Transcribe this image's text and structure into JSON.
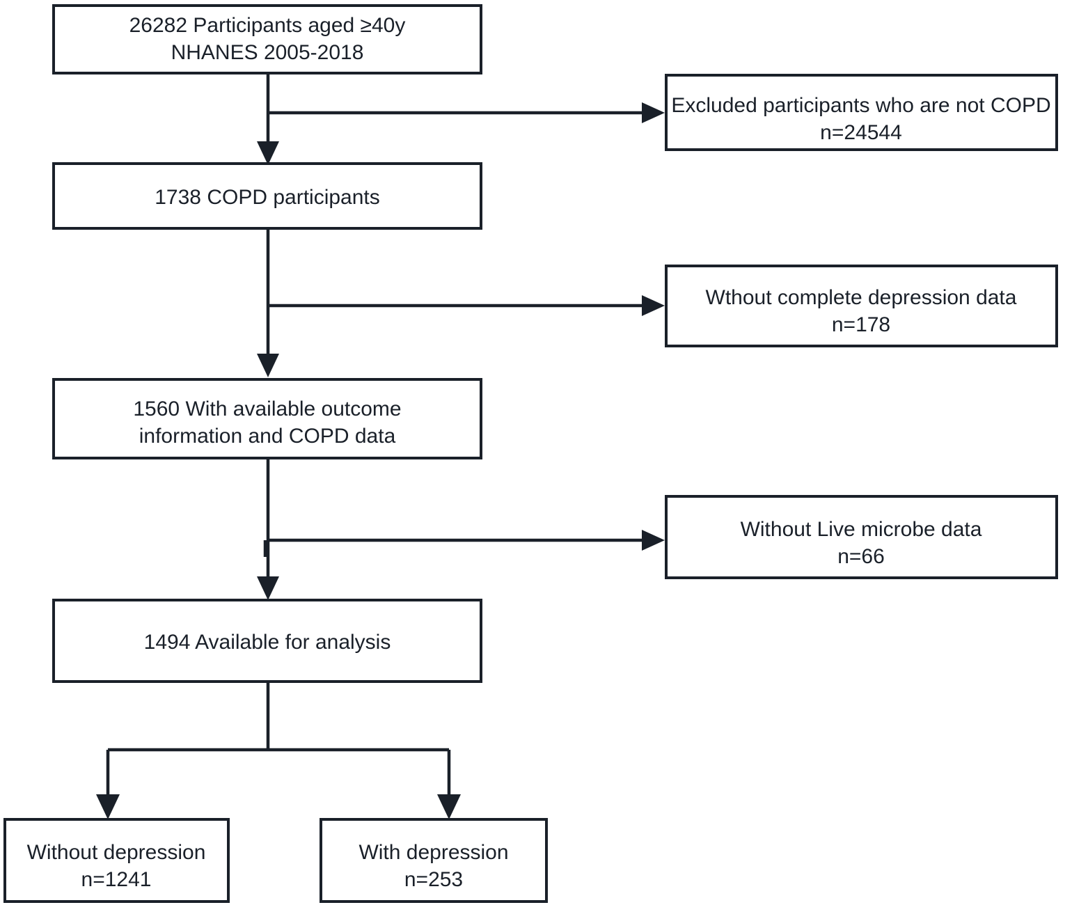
{
  "diagram": {
    "type": "flowchart",
    "title": "NHANES COPD participant selection flow",
    "orientation": "top-to-bottom",
    "colors": {
      "background": "#ffffff",
      "stroke": "#1a2029",
      "box_fill": "#ffffff",
      "text": "#1a2029"
    },
    "main_nodes": [
      {
        "id": "enrolled",
        "lines": [
          "26282  Participants aged ≥40y",
          "NHANES 2005-2018"
        ],
        "count": 26282
      },
      {
        "id": "copd",
        "lines": [
          "1738 COPD participants"
        ],
        "count": 1738
      },
      {
        "id": "outcome_available",
        "lines": [
          "1560  With available outcome",
          "information and COPD data"
        ],
        "count": 1560
      },
      {
        "id": "analysis",
        "lines": [
          "1494  Available for analysis"
        ],
        "count": 1494
      }
    ],
    "exclusion_nodes": [
      {
        "id": "excl_not_copd",
        "lines": [
          "Excluded participants who are not COPD",
          "n=24544"
        ],
        "count": 24544
      },
      {
        "id": "excl_depression_data",
        "lines": [
          "Wthout complete depression data",
          "n=178"
        ],
        "count": 178
      },
      {
        "id": "excl_live_microbe",
        "lines": [
          "Without Live microbe data",
          "n=66"
        ],
        "count": 66
      }
    ],
    "outcome_nodes": [
      {
        "id": "no_depression",
        "lines": [
          "Without depression",
          "n=1241"
        ],
        "count": 1241
      },
      {
        "id": "depression",
        "lines": [
          "With depression",
          "n=253"
        ],
        "count": 253
      }
    ]
  }
}
